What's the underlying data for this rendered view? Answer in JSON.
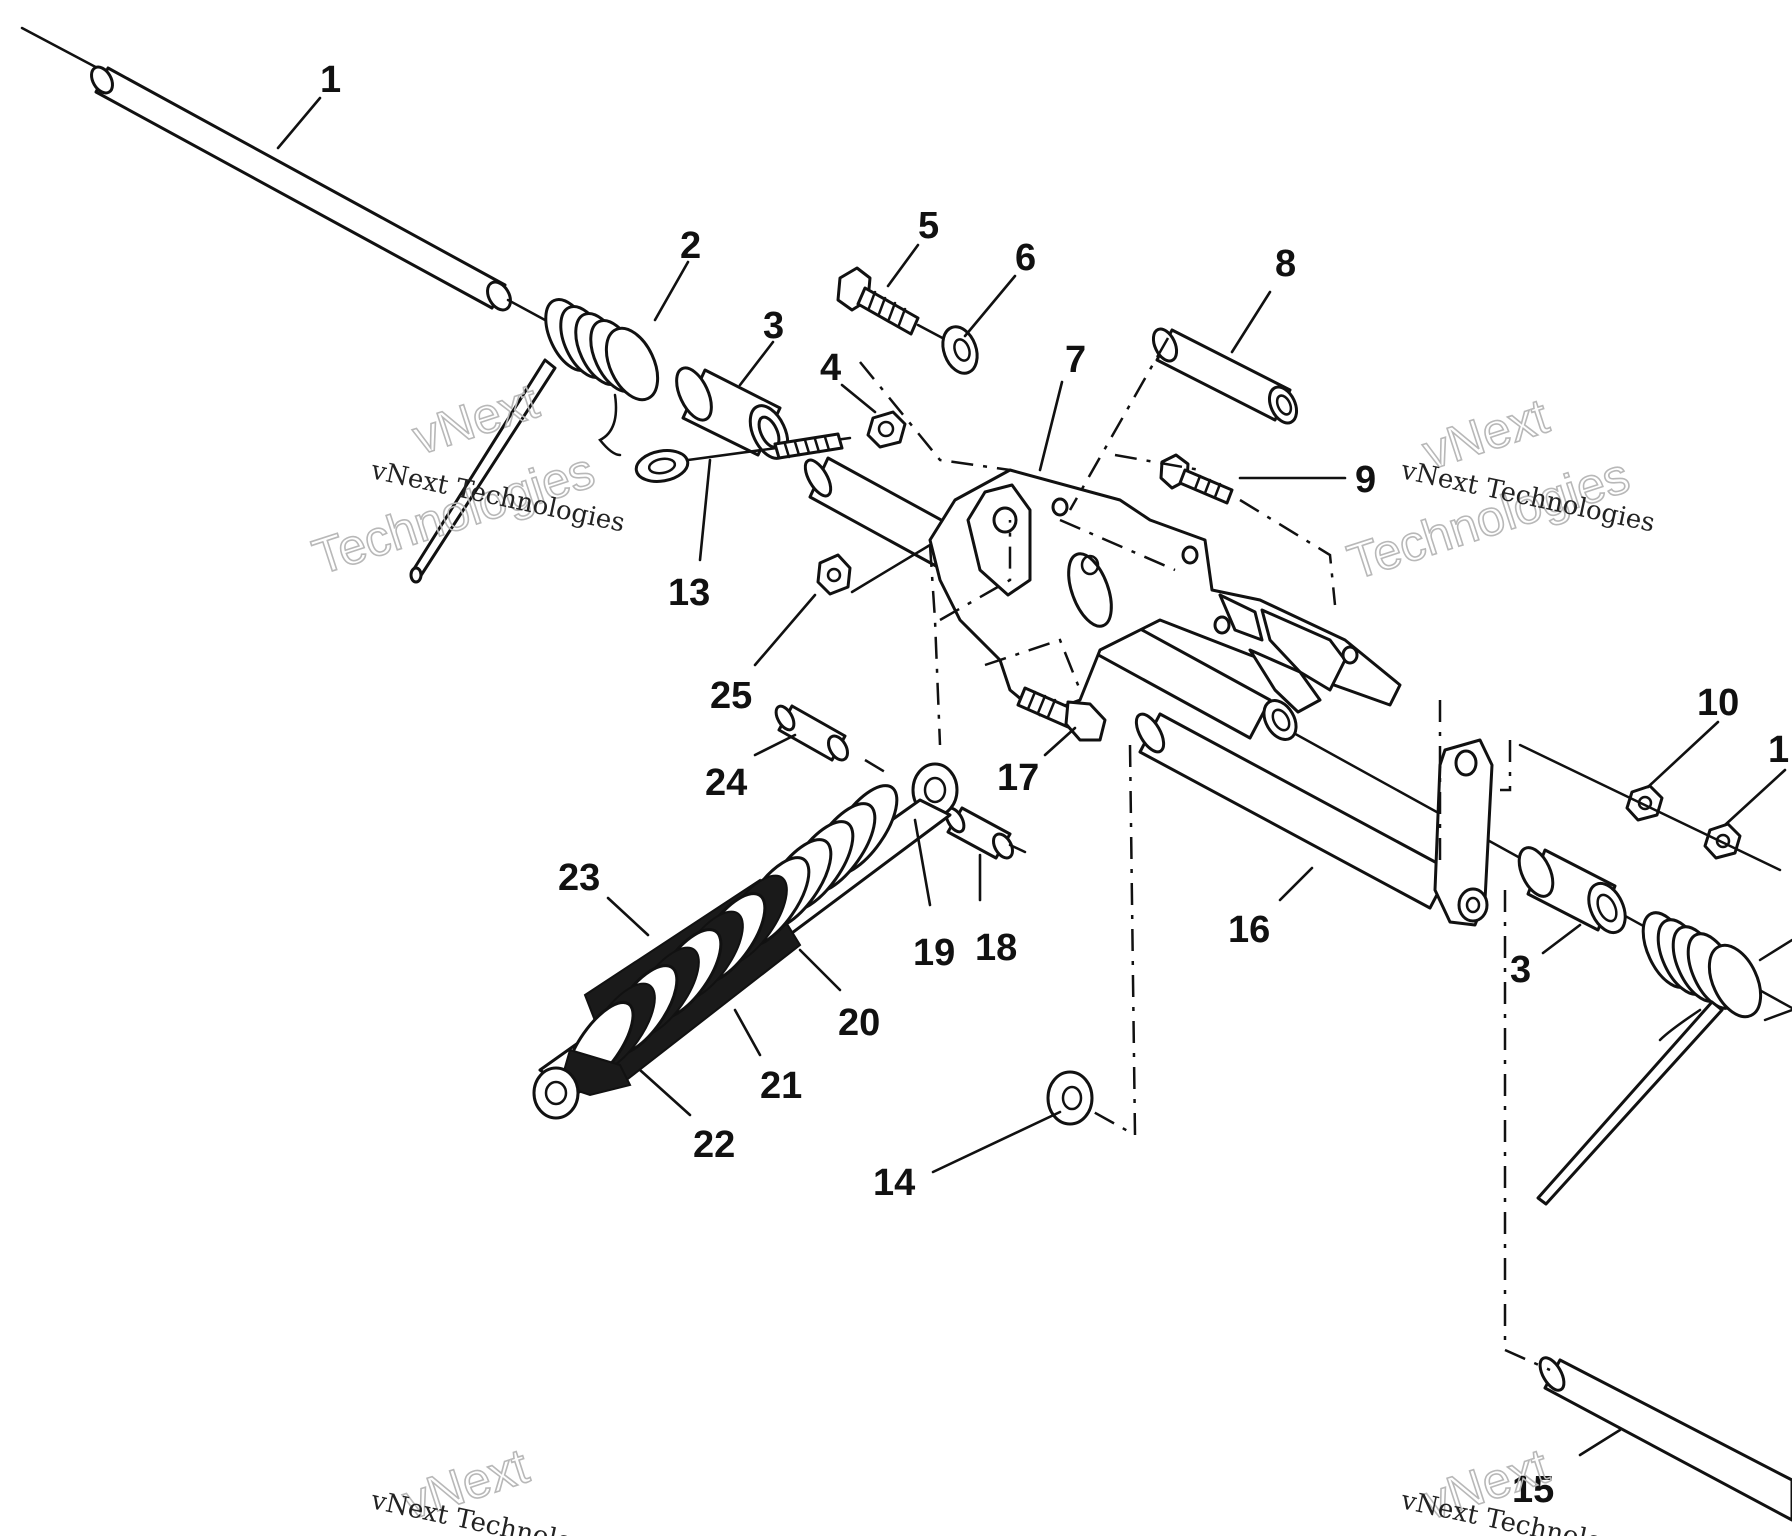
{
  "callouts": {
    "c1": "1",
    "c2": "2",
    "c3a": "3",
    "c3b": "3",
    "c4": "4",
    "c5": "5",
    "c6": "6",
    "c7": "7",
    "c8": "8",
    "c9": "9",
    "c10": "10",
    "c11": "1",
    "c13": "13",
    "c14": "14",
    "c15": "15",
    "c16": "16",
    "c17": "17",
    "c18": "18",
    "c19": "19",
    "c20": "20",
    "c21": "21",
    "c22": "22",
    "c23": "23",
    "c24": "24",
    "c25": "25"
  },
  "watermark": {
    "line1": "vNext Technologies",
    "line2a": "vNext",
    "line2b": "Technologies"
  }
}
